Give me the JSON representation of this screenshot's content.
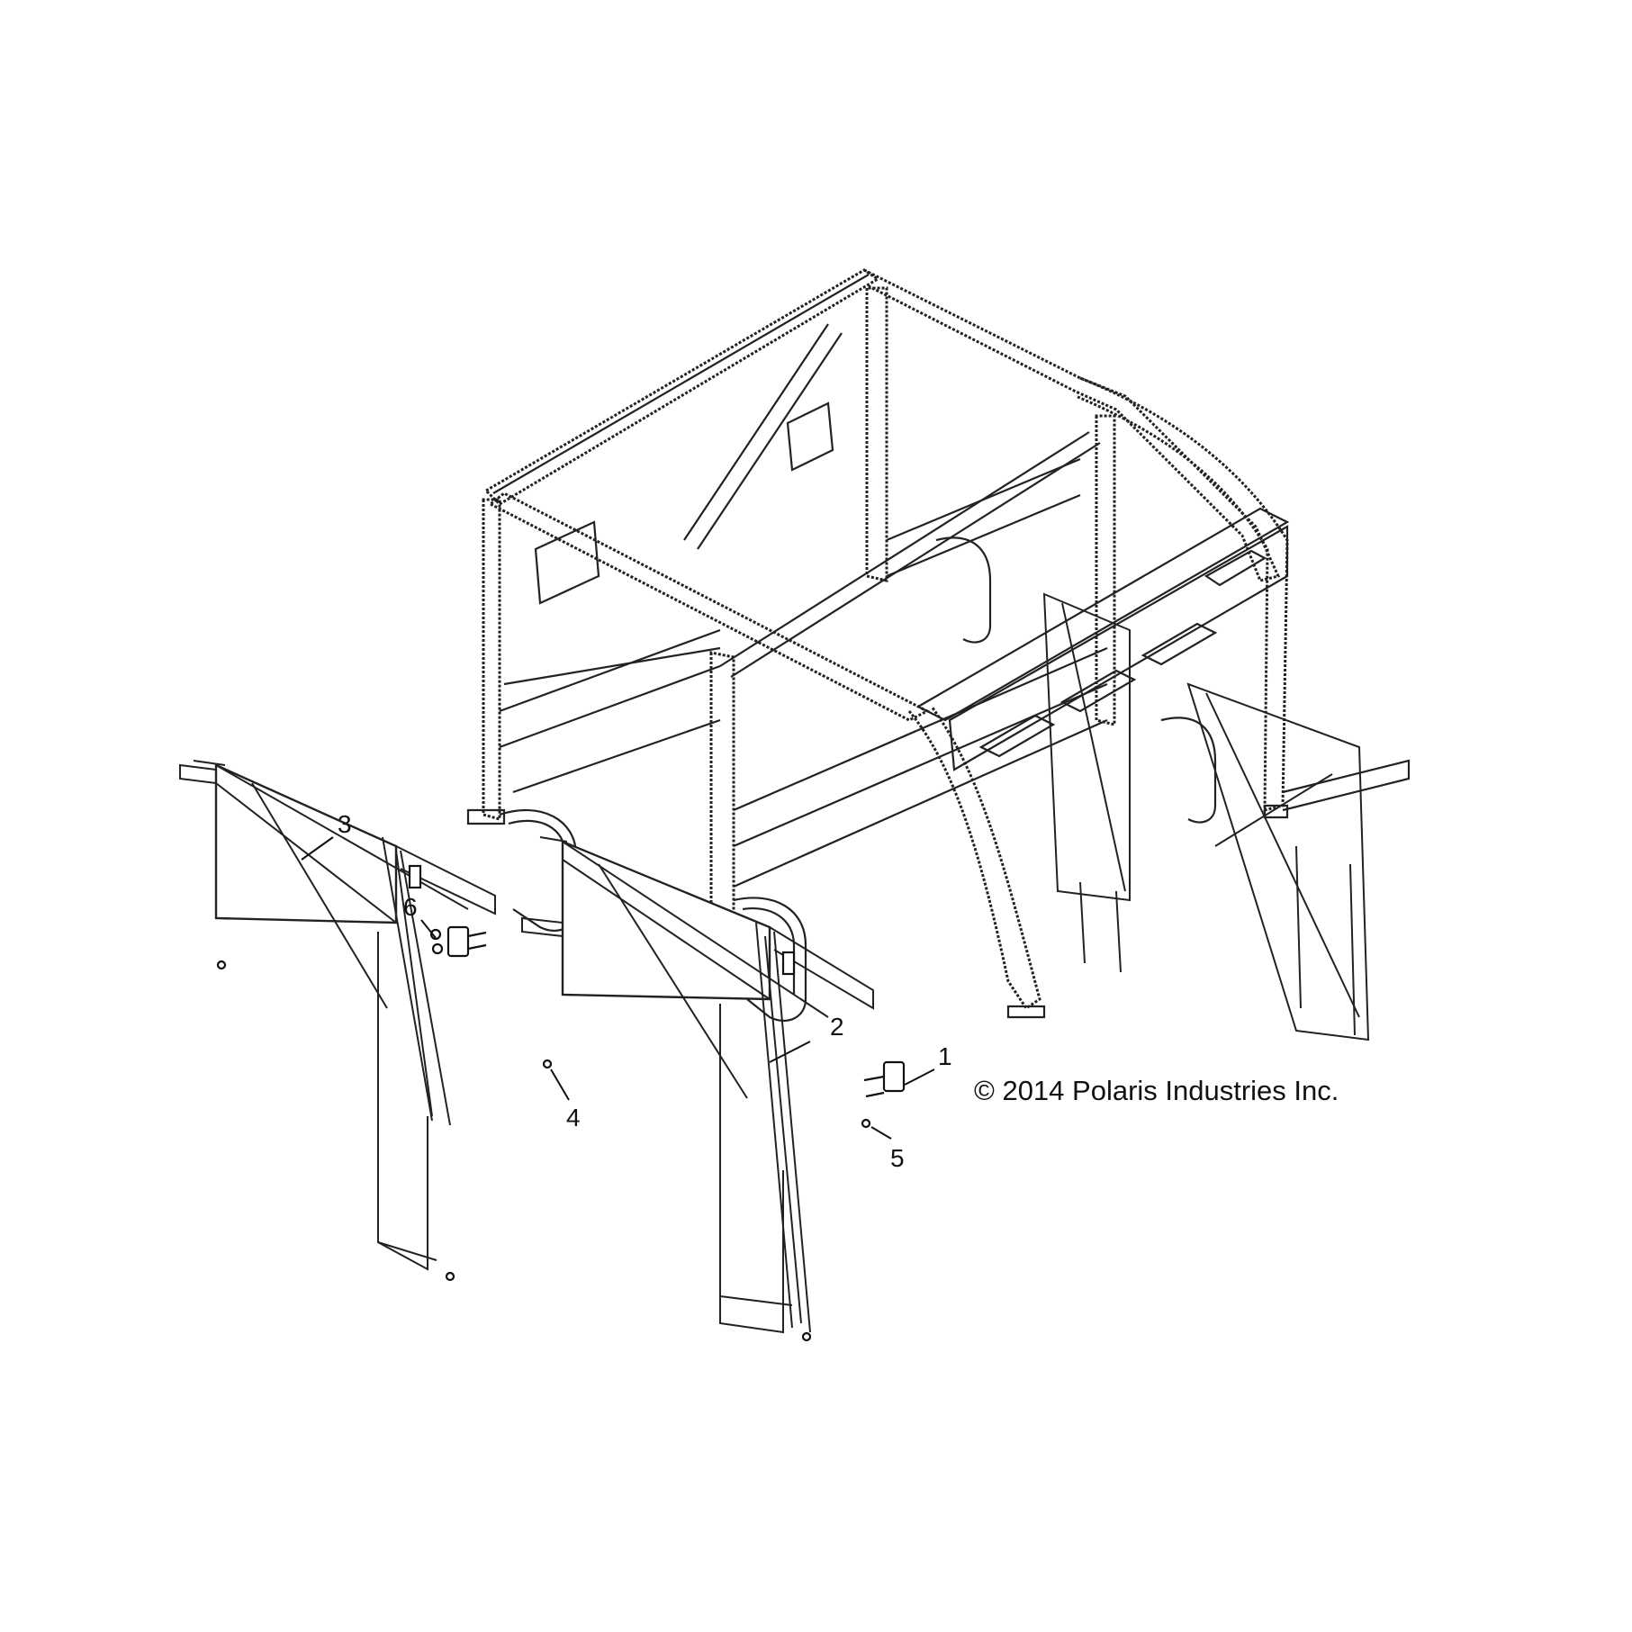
{
  "diagram": {
    "copyright": "© 2014 Polaris Industries Inc.",
    "callouts": [
      {
        "id": "1",
        "label": "1"
      },
      {
        "id": "2",
        "label": "2"
      },
      {
        "id": "3",
        "label": "3"
      },
      {
        "id": "4",
        "label": "4"
      },
      {
        "id": "5",
        "label": "5"
      },
      {
        "id": "6",
        "label": "6"
      }
    ]
  }
}
